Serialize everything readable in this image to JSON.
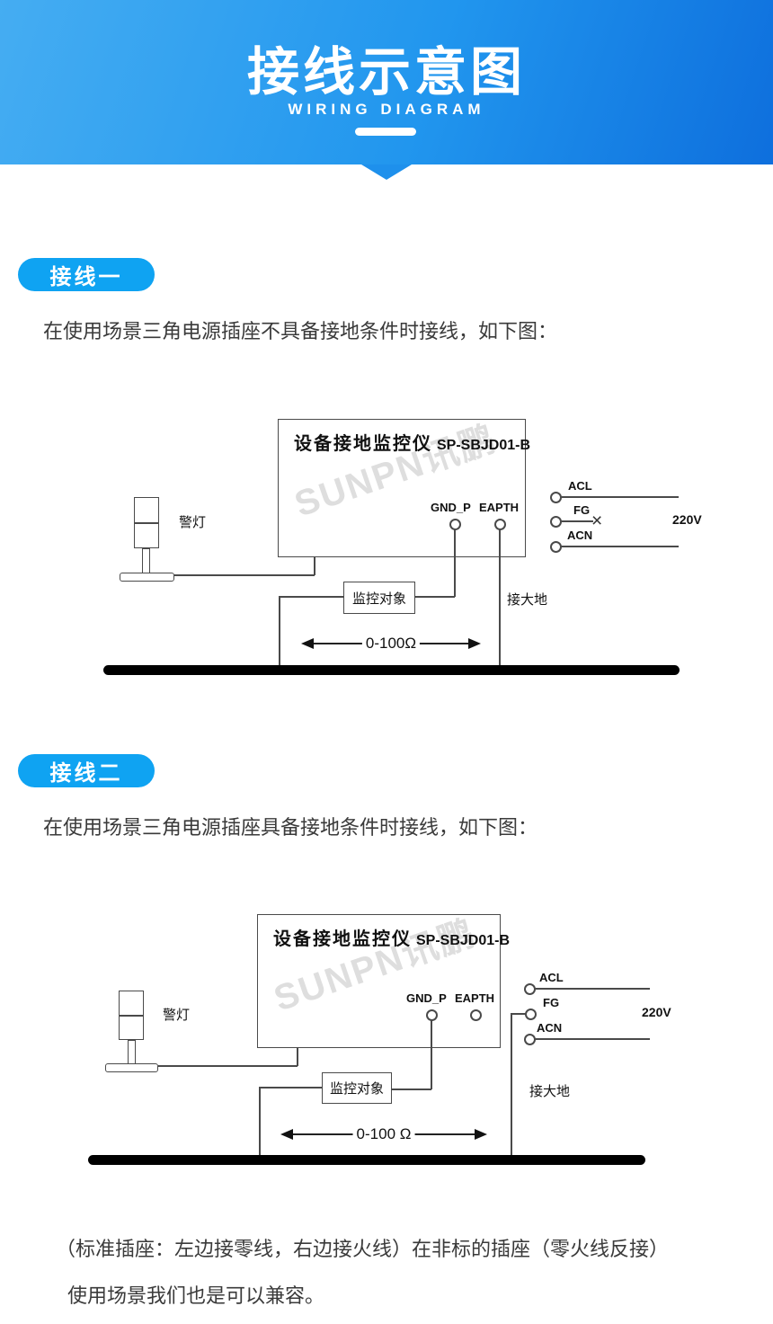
{
  "header": {
    "title": "接线示意图",
    "subtitle": "WIRING DIAGRAM"
  },
  "colors": {
    "header_gradient_start": "#45adf2",
    "header_gradient_end": "#0e6fdd",
    "badge_blue": "#0fa3f2",
    "wire": "#4a4a4a",
    "ground_bar": "#000000"
  },
  "section1": {
    "badge": "接线一",
    "description": "在使用场景三角电源插座不具备接地条件时接线，如下图：",
    "diagram": {
      "device_name": "设备接地监控仪",
      "device_model": "SP-SBJD01-B",
      "watermark": "SUNPN讯鹏",
      "lamp_label": "警灯",
      "gnd_terminal": "GND_P",
      "earth_terminal": "EAPTH",
      "monitor_label": "监控对象",
      "earth_label": "接大地",
      "range_label": "0-100Ω",
      "acl_label": "ACL",
      "fg_label": "FG",
      "acn_label": "ACN",
      "voltage_label": "220V",
      "fg_cross": "×"
    }
  },
  "section2": {
    "badge": "接线二",
    "description": "在使用场景三角电源插座具备接地条件时接线，如下图：",
    "diagram": {
      "device_name": "设备接地监控仪",
      "device_model": "SP-SBJD01-B",
      "watermark": "SUNPN讯鹏",
      "lamp_label": "警灯",
      "gnd_terminal": "GND_P",
      "earth_terminal": "EAPTH",
      "monitor_label": "监控对象",
      "earth_label": "接大地",
      "range_label": "0-100 Ω",
      "acl_label": "ACL",
      "fg_label": "FG",
      "acn_label": "ACN",
      "voltage_label": "220V"
    }
  },
  "footer": {
    "line1": "（标准插座：左边接零线，右边接火线）在非标的插座（零火线反接）",
    "line2": "使用场景我们也是可以兼容。"
  }
}
